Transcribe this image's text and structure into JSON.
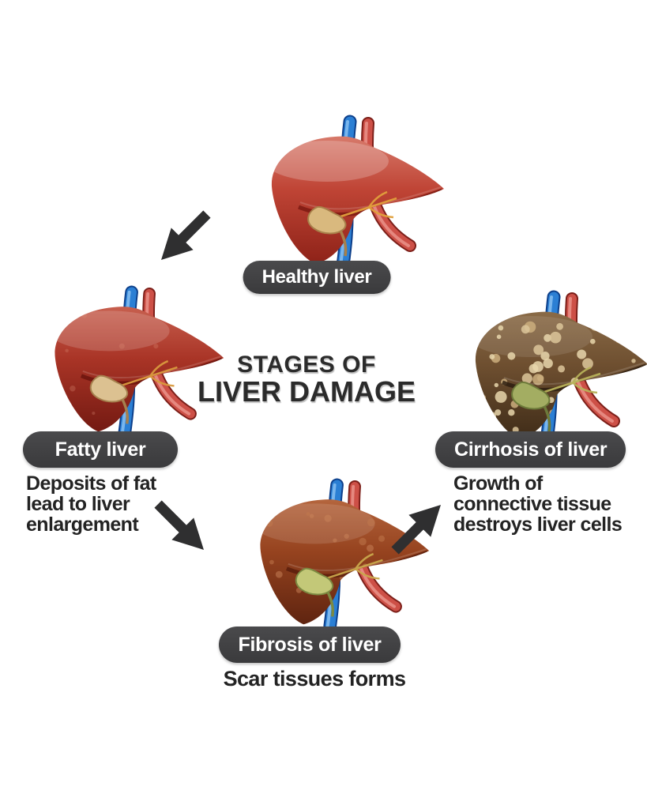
{
  "title": {
    "line1": "STAGES OF",
    "line2": "LIVER DAMAGE"
  },
  "stages": [
    {
      "key": "healthy",
      "label": "Healthy liver",
      "description": "",
      "art": {
        "top": "#d7796a",
        "mid": "#bf4435",
        "bottom": "#8e2218",
        "crease": "#7c1a12",
        "sheen": 0.22,
        "gallbladder": "#d9b97e",
        "gallbladder_dark": "#a8804a",
        "duct": "#e0a03c",
        "spot_count": 0,
        "spot_colors": [
          "#ffffff"
        ],
        "spot_opacity": 0,
        "spot_rmin": 2,
        "spot_rmax": 4,
        "seed": 1
      }
    },
    {
      "key": "fatty",
      "label": "Fatty liver",
      "description": "Deposits of fat\nlead to liver\nenlargement",
      "art": {
        "top": "#c75f4e",
        "mid": "#a93426",
        "bottom": "#741a12",
        "crease": "#6b140d",
        "sheen": 0.16,
        "gallbladder": "#dcc191",
        "gallbladder_dark": "#a5804e",
        "duct": "#d99a3e",
        "spot_count": 12,
        "spot_colors": [
          "#d98a74"
        ],
        "spot_opacity": 0.3,
        "spot_rmin": 2,
        "spot_rmax": 4,
        "seed": 7
      }
    },
    {
      "key": "fibrosis",
      "label": "Fibrosis of liver",
      "description": "Scar tissues forms",
      "art": {
        "top": "#b4653d",
        "mid": "#96431f",
        "bottom": "#5f2410",
        "crease": "#5a1d0c",
        "sheen": 0.12,
        "gallbladder": "#c3c878",
        "gallbladder_dark": "#7c8a42",
        "duct": "#c9a84c",
        "spot_count": 24,
        "spot_colors": [
          "#c9845a",
          "#c27a4e"
        ],
        "spot_opacity": 0.5,
        "spot_rmin": 2.5,
        "spot_rmax": 5,
        "seed": 11
      }
    },
    {
      "key": "cirrhosis",
      "label": "Cirrhosis of liver",
      "description": "Growth of\nconnective tissue\ndestroys liver cells",
      "art": {
        "top": "#8a6b47",
        "mid": "#6e4f30",
        "bottom": "#3f2c18",
        "crease": "#2e1f10",
        "sheen": 0.1,
        "gallbladder": "#a3ad62",
        "gallbladder_dark": "#6d7a3a",
        "duct": "#b7b25a",
        "spot_count": 60,
        "spot_colors": [
          "#dcc69a",
          "#cbae7e",
          "#e8d6ac"
        ],
        "spot_opacity": 0.85,
        "spot_rmin": 2.5,
        "spot_rmax": 7.5,
        "seed": 23
      }
    }
  ],
  "arrows": [
    {
      "name": "healthy-to-fatty",
      "direction": "down-left"
    },
    {
      "name": "fatty-to-fibrosis",
      "direction": "down-right"
    },
    {
      "name": "fibrosis-to-cirrhosis",
      "direction": "up-right"
    }
  ],
  "colors": {
    "background": "#ffffff",
    "pill_bg": "#3a3a3c",
    "pill_text": "#ffffff",
    "title_text": "#2b2b2b",
    "body_text": "#232323",
    "arrow": "#2f2f30",
    "vessel_blue": "#2b7fd4",
    "vessel_blue_dark": "#0d3f8a",
    "vessel_blue_light": "#8ec4f2",
    "vessel_red": "#cd5047",
    "vessel_red_dark": "#7c1f19",
    "vessel_red_light": "#efa097"
  }
}
